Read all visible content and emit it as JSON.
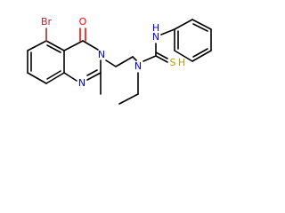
{
  "molecule": {
    "atom_labels": {
      "bromine": "Br",
      "oxygen": "O",
      "nitrogen_n1": "N",
      "nitrogen_n3": "N",
      "nitrogen_amide": "N",
      "nitrogen_nh": "N",
      "hydrogen_nh": "H",
      "sulfur": "S",
      "sulfur_hydrogen": "H"
    },
    "colors": {
      "bond": "#000000",
      "bromine": "#a52a2a",
      "oxygen": "#ff0000",
      "nitrogen": "#0000ff",
      "sulfur": "#b8a000"
    }
  }
}
